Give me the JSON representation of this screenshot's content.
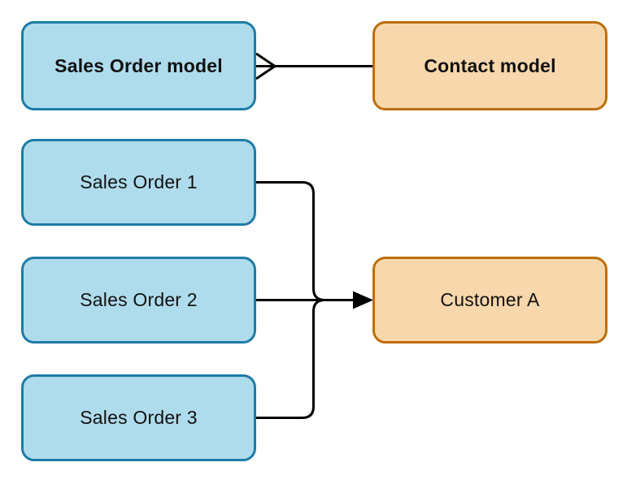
{
  "diagram": {
    "type": "entity-relationship",
    "nodes": {
      "sales_order_model": {
        "label": "Sales Order model",
        "style": "blue",
        "emphasis": "bold"
      },
      "contact_model": {
        "label": "Contact model",
        "style": "orange",
        "emphasis": "bold"
      },
      "sales_order_1": {
        "label": "Sales Order 1",
        "style": "blue",
        "emphasis": "regular"
      },
      "sales_order_2": {
        "label": "Sales Order 2",
        "style": "blue",
        "emphasis": "regular"
      },
      "sales_order_3": {
        "label": "Sales Order 3",
        "style": "blue",
        "emphasis": "regular"
      },
      "customer_a": {
        "label": "Customer A",
        "style": "orange",
        "emphasis": "regular"
      }
    },
    "edges": [
      {
        "from": "sales_order_model",
        "to": "contact_model",
        "marker_at_source": "crows-foot-many",
        "marker_at_target": "none"
      },
      {
        "from": "sales_order_1",
        "to": "customer_a",
        "marker_at_target": "arrow"
      },
      {
        "from": "sales_order_2",
        "to": "customer_a",
        "marker_at_target": "arrow"
      },
      {
        "from": "sales_order_3",
        "to": "customer_a",
        "marker_at_target": "arrow"
      }
    ],
    "colors": {
      "background": "#ffffff",
      "blue_fill": "#AFDCEC",
      "blue_border": "#1E7CA6",
      "orange_fill": "#F8D7AC",
      "orange_border": "#BD6E0E",
      "line_color": "#000000",
      "text_color": "#111111"
    }
  }
}
